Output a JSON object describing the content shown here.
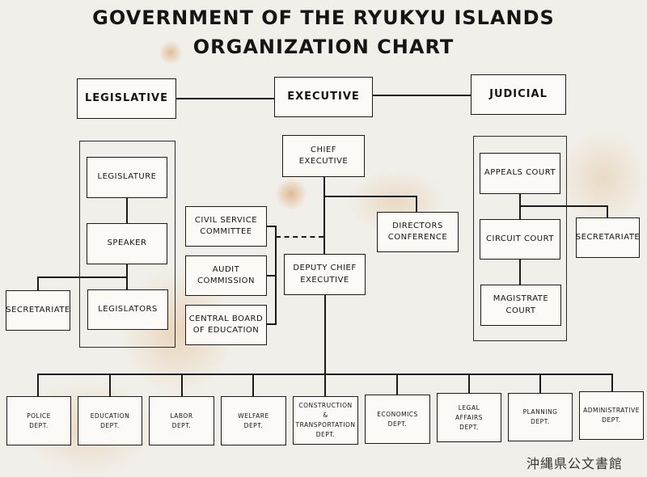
{
  "title": {
    "line1": "GOVERNMENT OF THE RYUKYU ISLANDS",
    "line2": "ORGANIZATION CHART"
  },
  "branches": {
    "legislative": "LEGISLATIVE",
    "executive": "EXECUTIVE",
    "judicial": "JUDICIAL"
  },
  "legislative": {
    "legislature": "LEGISLATURE",
    "speaker": "SPEAKER",
    "legislators": "LEGISLATORS",
    "secretariate": "SECRETARIATE"
  },
  "executive": {
    "chief_executive": "CHIEF\nEXECUTIVE",
    "deputy_chief_executive": "DEPUTY CHIEF\nEXECUTIVE",
    "directors_conference": "DIRECTORS\nCONFERENCE",
    "civil_service_committee": "CIVIL SERVICE\nCOMMITTEE",
    "audit_commission": "AUDIT\nCOMMISSION",
    "central_board_of_education": "CENTRAL BOARD\nOF EDUCATION"
  },
  "judicial": {
    "appeals_court": "APPEALS COURT",
    "circuit_court": "CIRCUIT COURT",
    "magistrate_court": "MAGISTRATE\nCOURT",
    "secretariate": "SECRETARIATE"
  },
  "departments": [
    "POLICE\nDEPT.",
    "EDUCATION\nDEPT.",
    "LABOR\nDEPT.",
    "WELFARE\nDEPT.",
    "CONSTRUCTION &\nTRANSPORTATION\nDEPT.",
    "ECONOMICS\nDEPT.",
    "LEGAL\nAFFAIRS\nDEPT.",
    "PLANNING\nDEPT.",
    "ADMINISTRATIVE\nDEPT."
  ],
  "stamp": "沖縄県公文書館",
  "colors": {
    "paper": "#f1efe9",
    "ink": "#1a1a1a",
    "stain": "#d9a468"
  }
}
